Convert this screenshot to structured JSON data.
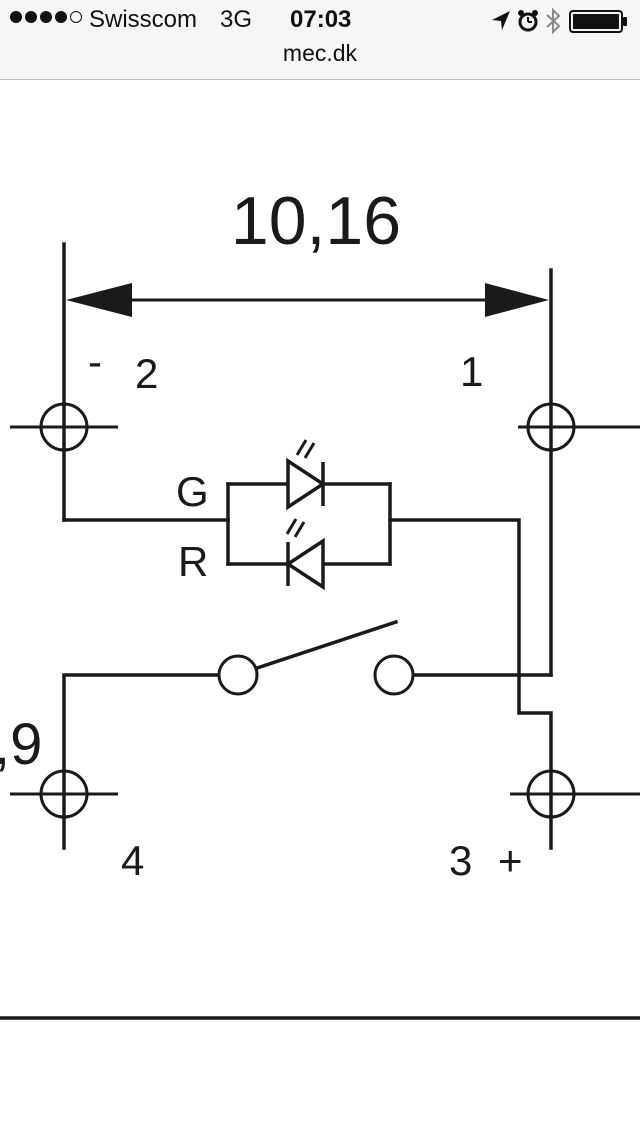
{
  "status_bar": {
    "carrier": "Swisscom",
    "network": "3G",
    "time": "07:03",
    "url": "mec.dk",
    "signal_bars_filled": 4,
    "signal_bars_total": 5
  },
  "diagram": {
    "dimension": "10,16",
    "minus_sign": "-",
    "pin_2": "2",
    "pin_1": "1",
    "led_green": "G",
    "led_red": "R",
    "side_dimension": ",9",
    "pin_4": "4",
    "pin_3": "3",
    "plus_sign": "+"
  },
  "colors": {
    "status_bar_bg": "#f6f6f6",
    "line": "#1a1a1a",
    "page_bg": "#ffffff"
  }
}
